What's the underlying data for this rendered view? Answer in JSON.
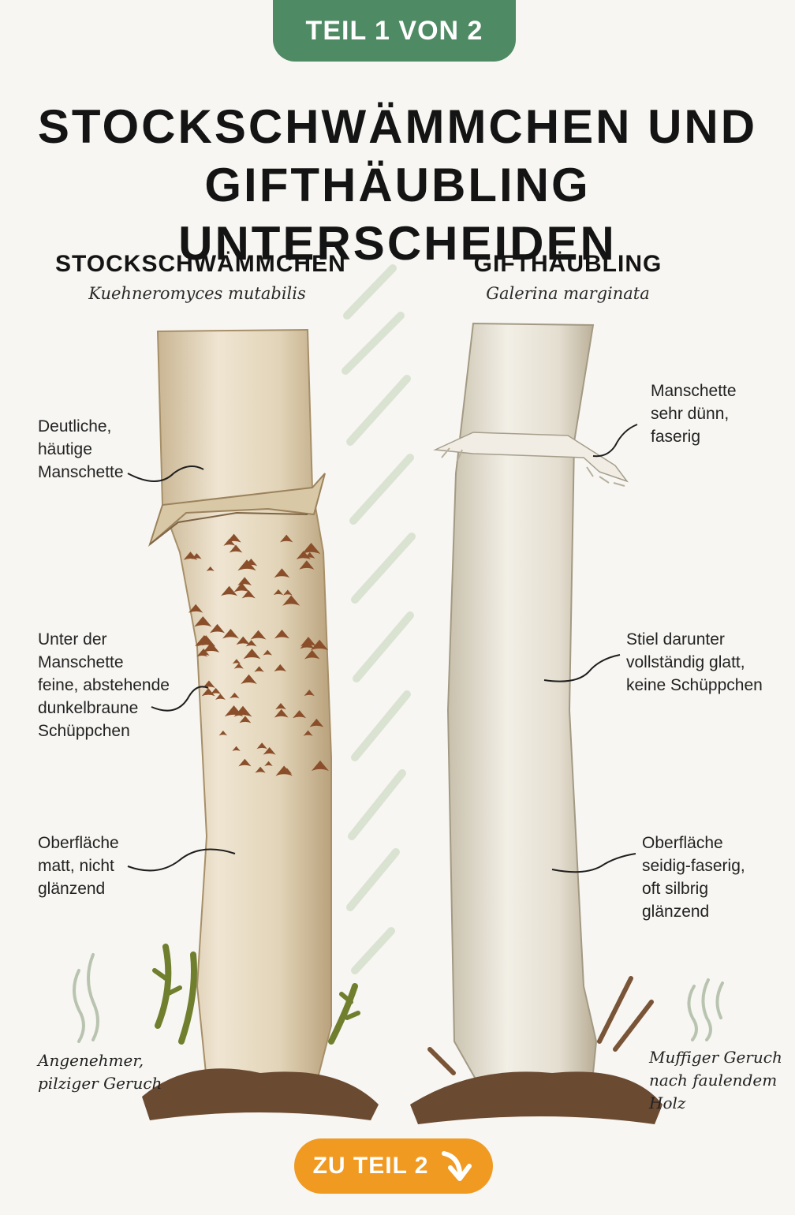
{
  "badge": {
    "text": "TEIL 1 VON 2"
  },
  "title": {
    "line1": "STOCKSCHWÄMMCHEN UND",
    "line2": "GIFTHÄUBLING UNTERSCHEIDEN"
  },
  "left": {
    "name": "STOCKSCHWÄMMCHEN",
    "latin": "Kuehneromyces mutabilis",
    "labels": {
      "ring": "Deutliche,\nhäutige\nManschette",
      "scales": "Unter der\nManschette\nfeine, abstehende\ndunkelbraune\nSchüppchen",
      "surface": "Oberfläche\nmatt, nicht\nglänzend",
      "smell": "Angenehmer,\npilziger Geruch"
    }
  },
  "right": {
    "name": "GIFTHÄUBLING",
    "latin": "Galerina marginata",
    "labels": {
      "ring": "Manschette\nsehr dünn,\nfaserig",
      "stem": "Stiel darunter\nvollständig glatt,\nkeine Schüppchen",
      "surface": "Oberfläche\nseidig-faserig,\noft silbrig\nglänzend",
      "smell": "Muffiger Geruch\nnach faulendem\nHolz"
    }
  },
  "cta": {
    "label": "ZU TEIL 2"
  },
  "icons": {
    "smell": "smell-waves-icon",
    "cta": "arrow-down-right-icon"
  },
  "colors": {
    "badge": "#4e8a63",
    "cta": "#f09a22",
    "scales": "#8a4f2a",
    "moss": "#6f7f2e",
    "background": "#f7f6f2"
  }
}
